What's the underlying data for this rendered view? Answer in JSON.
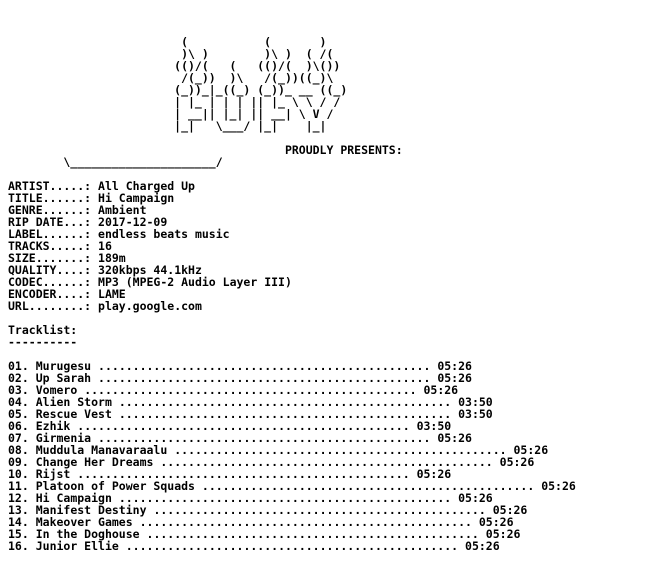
{
  "logo_art": [
    "                         (           (       )",
    "                         )\\ )        )\\ )  ( /(",
    "                        (()/(   (   (()/(  )\\())",
    "                         /(_))  )\\   /(_))((_)\\",
    "                        (_))_|_((_) (_))_ __ ((_)",
    "                        | |_ | | | || |_ \\ \\ / /",
    "                        | __|| |_| || __| \\ V /",
    "                        |_|   \\___/ |_|    |_|",
    "",
    "                                        PROUDLY PRESENTS:",
    "        \\_____________________/"
  ],
  "info": [
    {
      "key": "ARTIST.....",
      "value": "All Charged Up"
    },
    {
      "key": "TITLE......",
      "value": "Hi Campaign"
    },
    {
      "key": "GENRE......",
      "value": "Ambient"
    },
    {
      "key": "RIP DATE...",
      "value": "2017-12-09"
    },
    {
      "key": "LABEL......",
      "value": "endless beats music"
    },
    {
      "key": "TRACKS.....",
      "value": "16"
    },
    {
      "key": "SIZE.......",
      "value": "189m"
    },
    {
      "key": "QUALITY....",
      "value": "320kbps 44.1kHz"
    },
    {
      "key": "CODEC......",
      "value": "MP3 (MPEG-2 Audio Layer III)"
    },
    {
      "key": "ENCODER....",
      "value": "LAME"
    },
    {
      "key": "URL........",
      "value": "play.google.com"
    }
  ],
  "tracklist_heading": "Tracklist:",
  "tracklist_underline": "----------",
  "tracks": [
    {
      "num": "01.",
      "title": "Murugesu",
      "dots": "................................................",
      "time": "05:26"
    },
    {
      "num": "02.",
      "title": "Up Sarah",
      "dots": "................................................",
      "time": "05:26"
    },
    {
      "num": "03.",
      "title": "Vomero",
      "dots": "................................................",
      "time": "05:26"
    },
    {
      "num": "04.",
      "title": "Alien Storm",
      "dots": "................................................",
      "time": "03:50"
    },
    {
      "num": "05.",
      "title": "Rescue Vest",
      "dots": "................................................",
      "time": "03:50"
    },
    {
      "num": "06.",
      "title": "Ezhik",
      "dots": "................................................",
      "time": "03:50"
    },
    {
      "num": "07.",
      "title": "Girmenia",
      "dots": "................................................",
      "time": "05:26"
    },
    {
      "num": "08.",
      "title": "Muddula Manavaraalu",
      "dots": "................................................",
      "time": "05:26"
    },
    {
      "num": "09.",
      "title": "Change Her Dreams",
      "dots": "................................................",
      "time": "05:26"
    },
    {
      "num": "10.",
      "title": "Rijst",
      "dots": "................................................",
      "time": "05:26"
    },
    {
      "num": "11.",
      "title": "Platoon of Power Squads",
      "dots": "................................................",
      "time": "05:26"
    },
    {
      "num": "12.",
      "title": "Hi Campaign",
      "dots": "................................................",
      "time": "05:26"
    },
    {
      "num": "13.",
      "title": "Manifest Destiny",
      "dots": "................................................",
      "time": "05:26"
    },
    {
      "num": "14.",
      "title": "Makeover Games",
      "dots": "................................................",
      "time": "05:26"
    },
    {
      "num": "15.",
      "title": "In the Doghouse",
      "dots": "................................................",
      "time": "05:26"
    },
    {
      "num": "16.",
      "title": "Junior Ellie",
      "dots": "................................................",
      "time": "05:26"
    }
  ]
}
